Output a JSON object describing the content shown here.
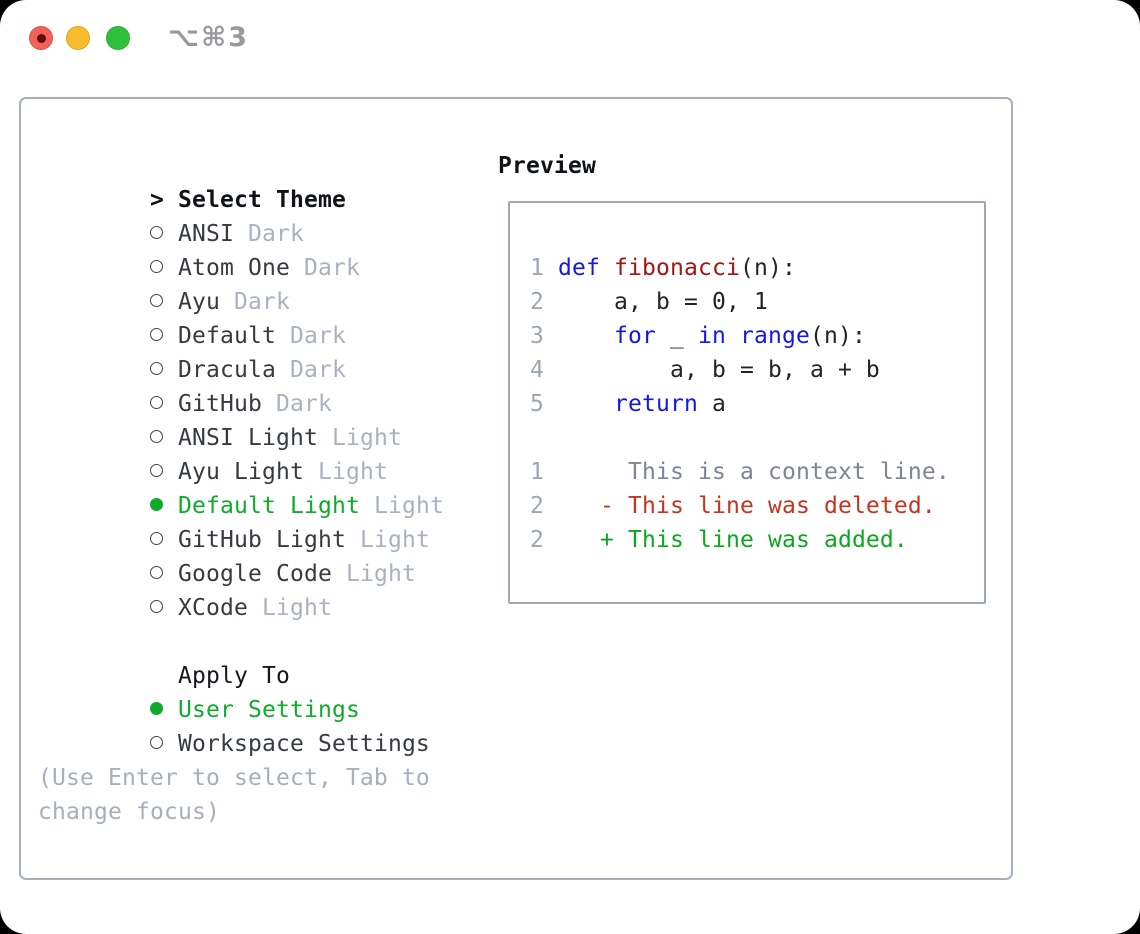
{
  "titlebar": {
    "title": "⌥⌘3",
    "buttons": {
      "close": "close",
      "minimize": "minimize",
      "zoom": "zoom"
    }
  },
  "colors": {
    "selected_green": "#10ab2c",
    "added_green": "#0ba81f",
    "deleted_red": "#c5341f",
    "keyword_blue": "#1317e8",
    "function_red": "#a31616",
    "tag_gray": "#a9b2be",
    "hint_gray": "#a6afba",
    "line_number_gray": "#9ba6b4",
    "context_gray": "#7e8590"
  },
  "select_theme": {
    "marker": ">",
    "title": "Select Theme",
    "items": [
      {
        "name": "ANSI",
        "tag": "Dark",
        "selected": false
      },
      {
        "name": "Atom One",
        "tag": "Dark",
        "selected": false
      },
      {
        "name": "Ayu",
        "tag": "Dark",
        "selected": false
      },
      {
        "name": "Default",
        "tag": "Dark",
        "selected": false
      },
      {
        "name": "Dracula",
        "tag": "Dark",
        "selected": false
      },
      {
        "name": "GitHub",
        "tag": "Dark",
        "selected": false
      },
      {
        "name": "ANSI Light",
        "tag": "Light",
        "selected": false
      },
      {
        "name": "Ayu Light",
        "tag": "Light",
        "selected": false
      },
      {
        "name": "Default Light",
        "tag": "Light",
        "selected": true
      },
      {
        "name": "GitHub Light",
        "tag": "Light",
        "selected": false
      },
      {
        "name": "Google Code",
        "tag": "Light",
        "selected": false
      },
      {
        "name": "XCode",
        "tag": "Light",
        "selected": false
      }
    ]
  },
  "apply_to": {
    "title": "Apply To",
    "options": [
      {
        "label": "User Settings",
        "selected": true
      },
      {
        "label": "Workspace Settings",
        "selected": false
      }
    ]
  },
  "hint": "(Use Enter to select, Tab to change focus)",
  "preview": {
    "title": "Preview",
    "lines": [
      {
        "num": "1",
        "segs": [
          {
            "t": " ",
            "c": "pl"
          },
          {
            "t": "def",
            "c": "kw"
          },
          {
            "t": " ",
            "c": "pl"
          },
          {
            "t": "fibonacci",
            "c": "fn"
          },
          {
            "t": "(n):",
            "c": "pl"
          }
        ]
      },
      {
        "num": "2",
        "segs": [
          {
            "t": "     a, b = 0, 1",
            "c": "pl"
          }
        ]
      },
      {
        "num": "3",
        "segs": [
          {
            "t": "     ",
            "c": "pl"
          },
          {
            "t": "for",
            "c": "kw"
          },
          {
            "t": " _ ",
            "c": "pl"
          },
          {
            "t": "in",
            "c": "kw"
          },
          {
            "t": " ",
            "c": "pl"
          },
          {
            "t": "range",
            "c": "kw"
          },
          {
            "t": "(n):",
            "c": "pl"
          }
        ]
      },
      {
        "num": "4",
        "segs": [
          {
            "t": "         a, b = b, a + b",
            "c": "pl"
          }
        ]
      },
      {
        "num": "5",
        "segs": [
          {
            "t": "     ",
            "c": "pl"
          },
          {
            "t": "return",
            "c": "kw"
          },
          {
            "t": " a",
            "c": "pl"
          }
        ]
      },
      {
        "num": "",
        "segs": []
      },
      {
        "num": "1",
        "segs": [
          {
            "t": "      This is a context line.",
            "c": "ctx"
          }
        ]
      },
      {
        "num": "2",
        "segs": [
          {
            "t": "    - This line was deleted.",
            "c": "del"
          }
        ]
      },
      {
        "num": "2",
        "segs": [
          {
            "t": "    + This line was added.",
            "c": "add"
          }
        ]
      }
    ]
  }
}
